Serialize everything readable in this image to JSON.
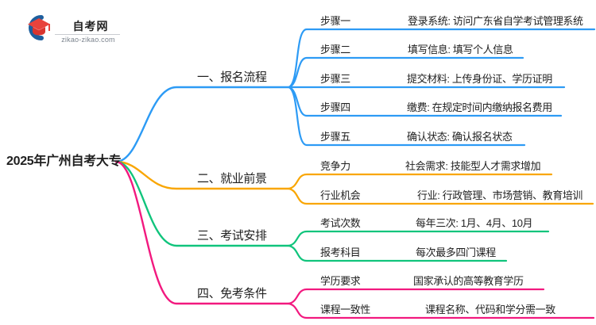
{
  "logo": {
    "site_name": "自考网",
    "site_url": "zikao-zikao.com"
  },
  "root": {
    "title": "2025年广州自考大专"
  },
  "branches": [
    {
      "label": "一、报名流程",
      "color": "#2D9BF5",
      "children": [
        {
          "label": "步骤一",
          "value": "登录系统: 访问广东省自学考试管理系统"
        },
        {
          "label": "步骤二",
          "value": "填写信息: 填写个人信息"
        },
        {
          "label": "步骤三",
          "value": "提交材料: 上传身份证、学历证明"
        },
        {
          "label": "步骤四",
          "value": "缴费: 在规定时间内缴纳报名费用"
        },
        {
          "label": "步骤五",
          "value": "确认状态: 确认报名状态"
        }
      ]
    },
    {
      "label": "二、就业前景",
      "color": "#F9A602",
      "children": [
        {
          "label": "竞争力",
          "value": "社会需求: 技能型人才需求增加"
        },
        {
          "label": "行业机会",
          "value": "行业: 行政管理、市场营销、教育培训"
        }
      ]
    },
    {
      "label": "三、考试安排",
      "color": "#10C47C",
      "children": [
        {
          "label": "考试次数",
          "value": "每年三次: 1月、4月、10月"
        },
        {
          "label": "报考科目",
          "value": "每次最多四门课程"
        }
      ]
    },
    {
      "label": "四、免考条件",
      "color": "#F2197F",
      "children": [
        {
          "label": "学历要求",
          "value": "国家承认的高等教育学历"
        },
        {
          "label": "课程一致性",
          "value": "课程名称、代码和学分需一致"
        }
      ]
    }
  ]
}
